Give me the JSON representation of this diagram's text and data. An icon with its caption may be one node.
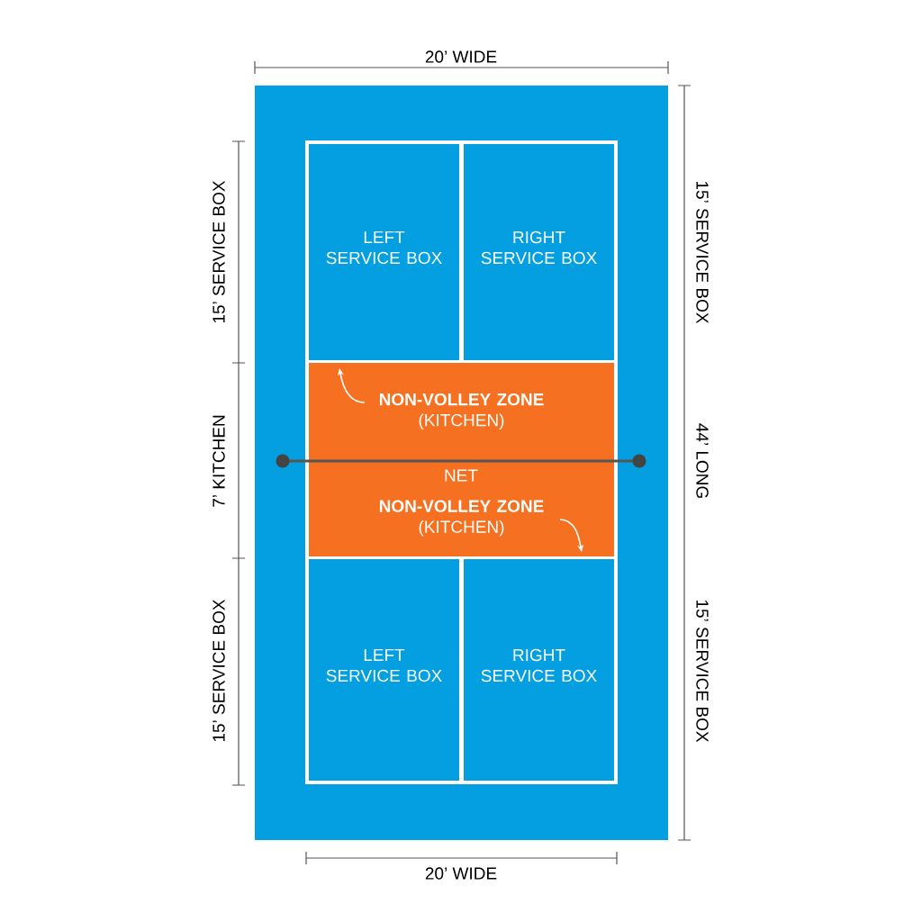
{
  "diagram": {
    "nodes": [
      {
        "text": [
          "LEFT SERVICE BOX"
        ]
      },
      {
        "text": [
          "RIGHT SERVICE BOX"
        ]
      },
      {
        "text": [
          "NON-VOLLEY ZONE",
          "(KITCHEN)"
        ]
      },
      {
        "text": [
          "NON-VOLLEY ZONE",
          "(KITCHEN)"
        ]
      },
      {
        "text": [
          "LEFT SERVICE BOX"
        ]
      },
      {
        "text": [
          "RIGHT SERVICE BOX"
        ]
      }
    ],
    "labels": [
      "20’ WIDE",
      "15’ SERVICE BOX",
      "7’ KITCHEN",
      "15’ SERVICE BOX",
      "15’ SERVICE BOX",
      "44’ LONG",
      "15’ SERVICE BOX",
      "NET",
      "20’ WIDE"
    ]
  }
}
